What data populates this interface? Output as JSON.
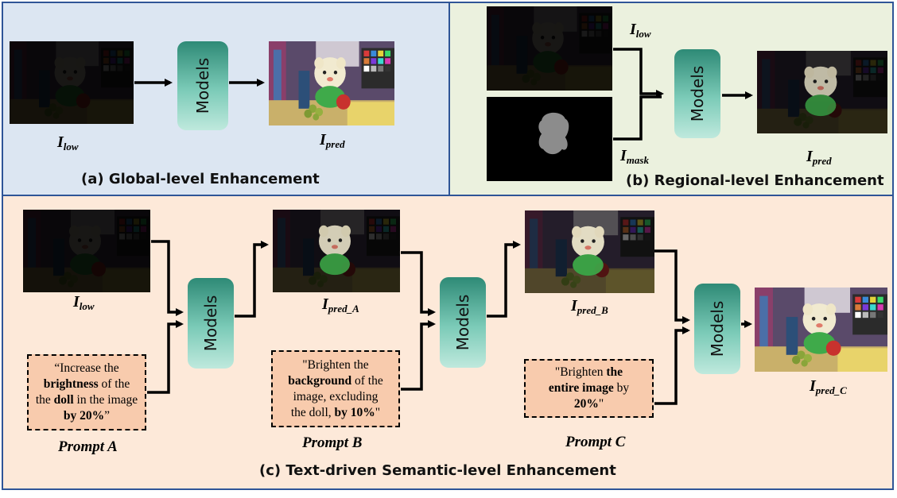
{
  "panels": {
    "a": {
      "caption": "(a) Global-level Enhancement"
    },
    "b": {
      "caption": "(b) Regional-level Enhancement"
    },
    "c": {
      "caption": "(c) Text-driven Semantic-level Enhancement"
    }
  },
  "models_label": "Models",
  "labels": {
    "I": "I",
    "low": "low",
    "pred": "pred",
    "mask": "mask",
    "pred_A": "pred_A",
    "pred_B": "pred_B",
    "pred_C": "pred_C"
  },
  "prompts": {
    "A": {
      "title": "Prompt A",
      "open_quote": "“Increase the",
      "b1": "brightness",
      "t1": " of the",
      "b2": "doll",
      "t2": " in the image",
      "b3": "by 20%",
      "close_quote": "”"
    },
    "B": {
      "title": "Prompt B",
      "t0": "\"Brighten the",
      "b1": "background",
      "t1": " of the",
      "t2": "image, excluding",
      "t3": "the doll, ",
      "b2": "by 10%",
      "t4": "\""
    },
    "C": {
      "title": "Prompt C",
      "t0": "\"Brighten ",
      "b1": "the",
      "b2": "entire image",
      "t1": " by",
      "b3": "20%",
      "t2": "\""
    }
  },
  "colors": {
    "panel_a_bg": "#dce6f2",
    "panel_b_bg": "#ebf1de",
    "panel_c_bg": "#fde9d9",
    "border": "#2f5597",
    "prompt_bg": "#f8cbad",
    "model_dark": "#2e8a76",
    "model_light": "#bfe9dd"
  }
}
